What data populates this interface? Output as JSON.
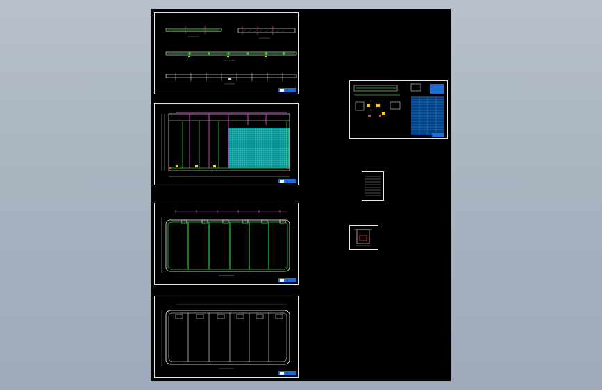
{
  "viewer": {
    "background_top": "#b7c0cb",
    "background_bottom": "#9eaab9",
    "model_space_color": "#000000"
  },
  "colors": {
    "frame": "#e8e8e8",
    "beam_white": "#ffffff",
    "rebar_green": "#22d022",
    "dim_magenta": "#e040e0",
    "mesh_cyan": "#19c8c8",
    "marker_yellow": "#ffd21a",
    "titleblock_blue": "#1e6bd6",
    "accent_red": "#ff3030"
  },
  "sheets": [
    {
      "id": "sheet-1",
      "content": "elevation-strips",
      "titleblock": true
    },
    {
      "id": "sheet-2",
      "content": "rebar-plan-with-mesh",
      "titleblock": true
    },
    {
      "id": "sheet-3",
      "content": "plan-frame-green",
      "titleblock": true
    },
    {
      "id": "sheet-4",
      "content": "plan-frame-white",
      "titleblock": true
    },
    {
      "id": "detail-sheet",
      "content": "section-details-with-schedule",
      "titleblock": true
    },
    {
      "id": "notes-sheet",
      "content": "text-table",
      "titleblock": false
    },
    {
      "id": "section-sheet",
      "content": "cross-section",
      "titleblock": false
    }
  ]
}
